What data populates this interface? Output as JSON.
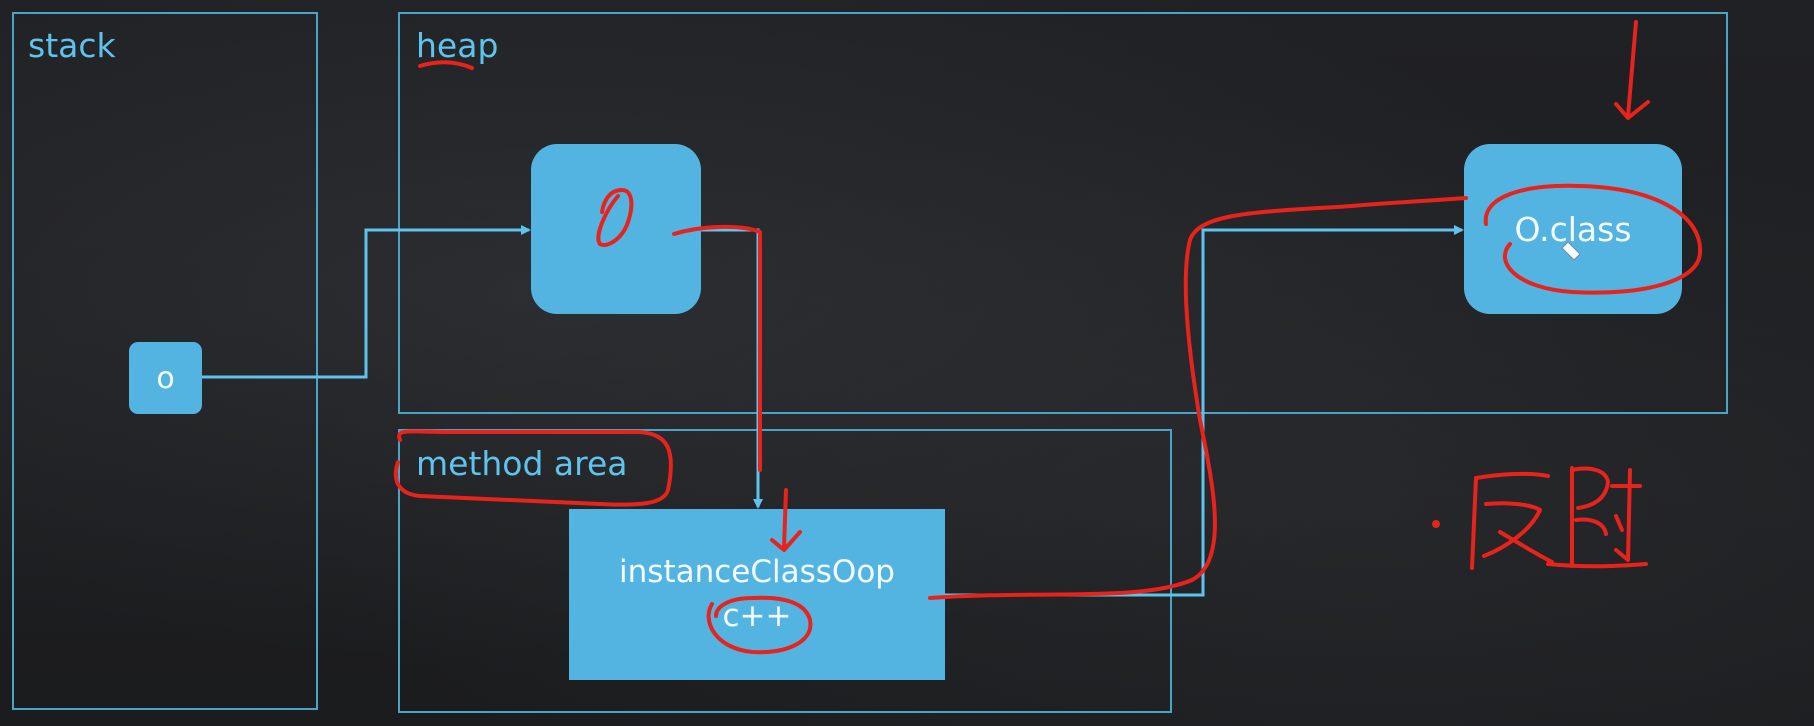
{
  "regions": {
    "stack": "stack",
    "heap": "heap",
    "method_area": "method area"
  },
  "nodes": {
    "stack_ref": "o",
    "heap_object": "",
    "instance_class_oop_line1": "instanceClassOop",
    "instance_class_oop_line2": "c++",
    "class_object": "O.class"
  },
  "annotations": {
    "handwritten_o": "O",
    "handwritten_chinese": "反射"
  },
  "colors": {
    "background": "#1e1f21",
    "region_border": "#4ba3c8",
    "region_label": "#5ec4ee",
    "node_fill": "#53b4e2",
    "node_text": "#f4fbff",
    "arrow": "#5ec4ee",
    "annotation_red": "#e8231c"
  }
}
